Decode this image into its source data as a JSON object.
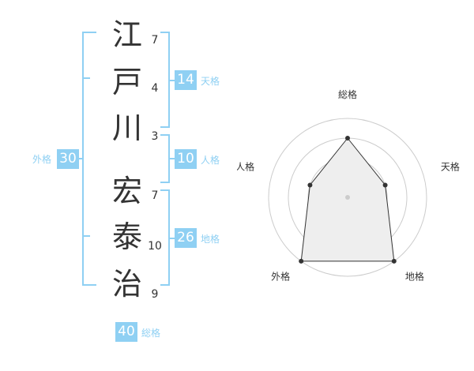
{
  "name_chars": [
    {
      "char": "江",
      "strokes": "7"
    },
    {
      "char": "戸",
      "strokes": "4"
    },
    {
      "char": "川",
      "strokes": "3"
    },
    {
      "char": "宏",
      "strokes": "7"
    },
    {
      "char": "泰",
      "strokes": "10"
    },
    {
      "char": "治",
      "strokes": "9"
    }
  ],
  "kaku": {
    "tenkaku": {
      "value": "14",
      "label": "天格"
    },
    "jinkaku": {
      "value": "10",
      "label": "人格"
    },
    "chikaku": {
      "value": "26",
      "label": "地格"
    },
    "gaikaku": {
      "value": "30",
      "label": "外格"
    },
    "soukaku": {
      "value": "40",
      "label": "総格"
    }
  },
  "colors": {
    "accent": "#8fd0f3",
    "text": "#333333",
    "radar_fill": "#eeeeee",
    "ring": "#cccccc"
  },
  "chart_data": {
    "type": "radar",
    "axes": [
      "総格",
      "天格",
      "地格",
      "外格",
      "人格"
    ],
    "rings": 4,
    "series": [
      {
        "values": [
          3,
          2,
          4,
          4,
          2
        ]
      }
    ]
  }
}
